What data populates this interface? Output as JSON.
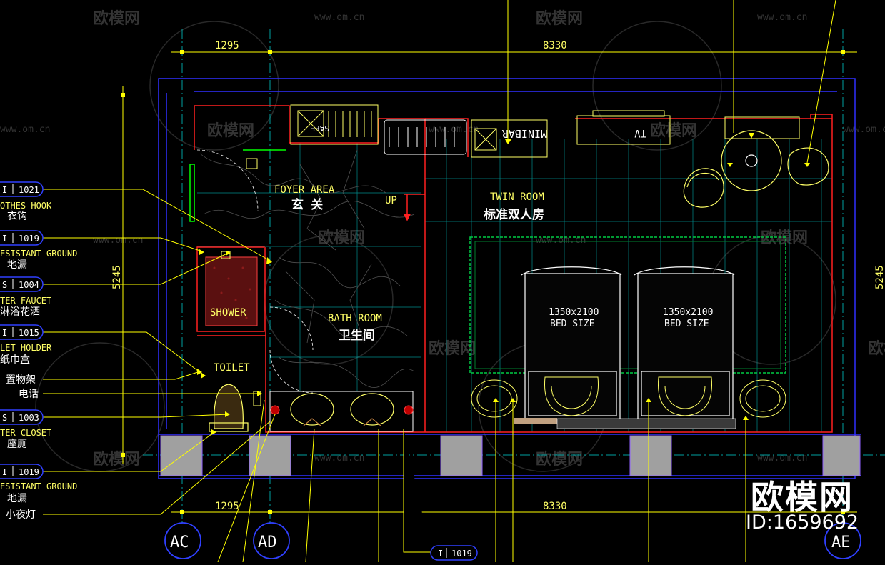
{
  "watermark": {
    "cn": "欧模网",
    "url": "www.om.cn"
  },
  "brand": {
    "name": "欧模网",
    "id": "ID:1659692"
  },
  "dimensions": {
    "top_left": "1295",
    "top_right": "8330",
    "bottom_left": "1295",
    "bottom_right": "8330",
    "left_height": "5245",
    "right_height": "5245"
  },
  "grid_axes": [
    "AC",
    "AD",
    "AE"
  ],
  "rooms": {
    "foyer_en": "FOYER AREA",
    "foyer_cn": "玄 关",
    "up": "UP",
    "twin_en": "TWIN ROOM",
    "twin_cn": "标准双人房",
    "bath_en": "BATH ROOM",
    "bath_cn": "卫生间",
    "shower": "SHOWER",
    "toilet": "TOILET",
    "bed1_size": "1350x2100",
    "bed1_label": "BED SIZE",
    "bed2_size": "1350x2100",
    "bed2_label": "BED SIZE"
  },
  "furniture": {
    "safe": "SAFE",
    "minibar": "MINIBAR",
    "tv": "TV"
  },
  "callouts": [
    {
      "tag": "I",
      "code": "1021",
      "en": "OTHES HOOK",
      "cn": "衣钩"
    },
    {
      "tag": "I",
      "code": "1019",
      "en": "ESISTANT GROUND",
      "cn": "地漏"
    },
    {
      "tag": "S",
      "code": "1004",
      "en": "TER FAUCET",
      "cn": "淋浴花洒"
    },
    {
      "tag": "I",
      "code": "1015",
      "en": "LET HOLDER",
      "cn": "纸巾盒"
    },
    {
      "cn": "置物架"
    },
    {
      "cn": "电话"
    },
    {
      "tag": "S",
      "code": "1003",
      "en": "TER CLOSET",
      "cn": "座厕"
    },
    {
      "tag": "I",
      "code": "1019",
      "en": "ESISTANT GROUND",
      "cn": "地漏"
    },
    {
      "cn": "小夜灯"
    }
  ],
  "bottom_tag": {
    "tag": "I",
    "code": "1019"
  },
  "colors": {
    "background": "#000000",
    "wall": "#ff0000",
    "furniture": "#ffff66",
    "leader": "#ffff00",
    "tile": "#00cccc",
    "grid": "#0000ff",
    "column": "#a0a0a0",
    "rug": "#00cc44",
    "text": "#ffffff"
  }
}
